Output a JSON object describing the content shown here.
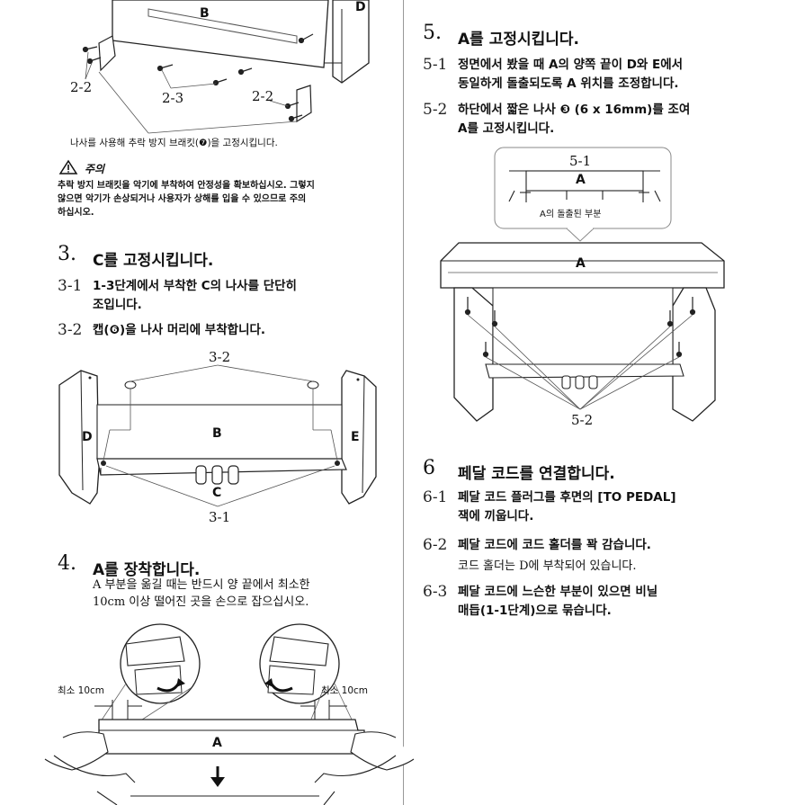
{
  "left": {
    "fig_top": {
      "label_B": "B",
      "label_D": "D",
      "label_22a": "2-2",
      "label_23": "2-3",
      "label_22b": "2-2"
    },
    "caption": "나사를 사용해 추락 방지 브래킷(❼)을 고정시킵니다.",
    "caution": {
      "title": "주의",
      "text_line1": "추락 방지 브래킷을 악기에 부착하여 안정성을 확보하십시오. 그렇지",
      "text_line2": "않으면 악기가 손상되거나 사용자가 상해를 입을 수 있으므로 주의",
      "text_line3": "하십시오."
    },
    "step3": {
      "num": "3.",
      "title": "C를 고정시킵니다.",
      "s1_num": "3-1",
      "s1_line1": "1-3단계에서 부착한 C의 나사를 단단히",
      "s1_line2": "조입니다.",
      "s2_num": "3-2",
      "s2_text": "캡(❻)을 나사 머리에 부착합니다."
    },
    "fig3": {
      "label_32": "3-2",
      "label_B": "B",
      "label_D": "D",
      "label_E": "E",
      "label_C": "C",
      "label_31": "3-1"
    },
    "step4": {
      "num": "4.",
      "title": "A를 장착합니다.",
      "text_line1": "A 부분을 옮길 때는 반드시 양 끝에서 최소한",
      "text_line2": "10cm 이상 떨어진 곳을 손으로 잡으십시오."
    },
    "fig4": {
      "min_left": "최소 10cm",
      "min_right": "최소 10cm",
      "label_A": "A"
    }
  },
  "right": {
    "step5": {
      "num": "5.",
      "title": "A를 고정시킵니다.",
      "s1_num": "5-1",
      "s1_line1": "정면에서 봤을 때 A의 양쪽 끝이 D와 E에서",
      "s1_line2": "동일하게 돌출되도록 A 위치를 조정합니다.",
      "s2_num": "5-2",
      "s2_line1": "하단에서 짧은 나사 ❸ (6 x 16mm)를 조여",
      "s2_line2": "A를 고정시킵니다."
    },
    "fig5": {
      "callout_51": "5-1",
      "callout_A": "A",
      "callout_caption": "A의 돌출된 부분",
      "label_A": "A",
      "label_52": "5-2"
    },
    "step6": {
      "num": "6",
      "title": "페달 코드를 연결합니다.",
      "s1_num": "6-1",
      "s1_line1": "페달 코드 플러그를 후면의 [TO PEDAL]",
      "s1_line2": "잭에 끼웁니다.",
      "s2_num": "6-2",
      "s2_line1": "페달 코드에 코드 홀더를 꽉 감습니다.",
      "s2_note": "코드 홀더는 D에 부착되어 있습니다.",
      "s3_num": "6-3",
      "s3_line1": "페달 코드에 느슨한 부분이 있으면 비닐",
      "s3_line2": "매듭(1-1단계)으로 묶습니다."
    }
  }
}
